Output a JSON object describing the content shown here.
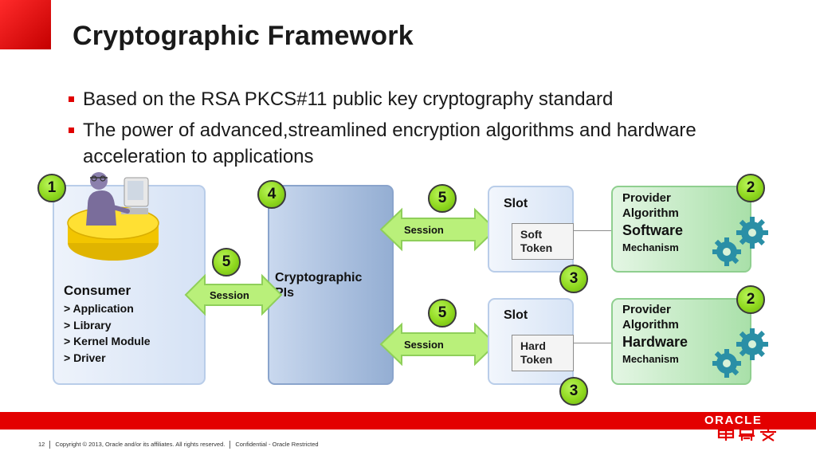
{
  "slide": {
    "title": "Cryptographic Framework",
    "bullets": [
      "Based on the RSA PKCS#11 public key cryptography standard",
      "The power of advanced,streamlined encryption algorithms and hardware acceleration to applications"
    ]
  },
  "diagram": {
    "consumer": {
      "title": "Consumer",
      "items": [
        "> Application",
        "> Library",
        "> Kernel Module",
        "> Driver"
      ],
      "badge": "1"
    },
    "crypto_api": {
      "label": "Cryptographic APIs",
      "label_visible": "Cryptographic\nPIs",
      "badge": "4"
    },
    "sessions": [
      {
        "label": "Session",
        "badge": "5"
      },
      {
        "label": "Session",
        "badge": "5"
      },
      {
        "label": "Session",
        "badge": "5"
      }
    ],
    "slots": [
      {
        "label": "Slot",
        "token_line1": "Soft",
        "token_line2": "Token",
        "badge": "3"
      },
      {
        "label": "Slot",
        "token_line1": "Hard",
        "token_line2": "Token",
        "badge": "3"
      }
    ],
    "providers": [
      {
        "line1": "Provider",
        "line2": "Algorithm",
        "kind": "Software",
        "line4": "Mechanism",
        "badge": "2"
      },
      {
        "line1": "Provider",
        "line2": "Algorithm",
        "kind": "Hardware",
        "line4": "Mechanism",
        "badge": "2"
      }
    ]
  },
  "footer": {
    "page": "12",
    "copyright": "Copyright © 2013, Oracle and/or its affiliates. All rights reserved.",
    "classification": "Confidential - Oracle Restricted"
  },
  "logo": {
    "text": "ORACLE",
    "cn": "甲骨文"
  },
  "colors": {
    "accent_red": "#e30000",
    "badge_green": "#8fd81e",
    "consumer_blue": "#d5e2f5",
    "api_blue": "#94aed3",
    "provider_green": "#a9e0a9",
    "arrow_green": "#b9f07a",
    "gear_teal": "#2a8fa6"
  }
}
